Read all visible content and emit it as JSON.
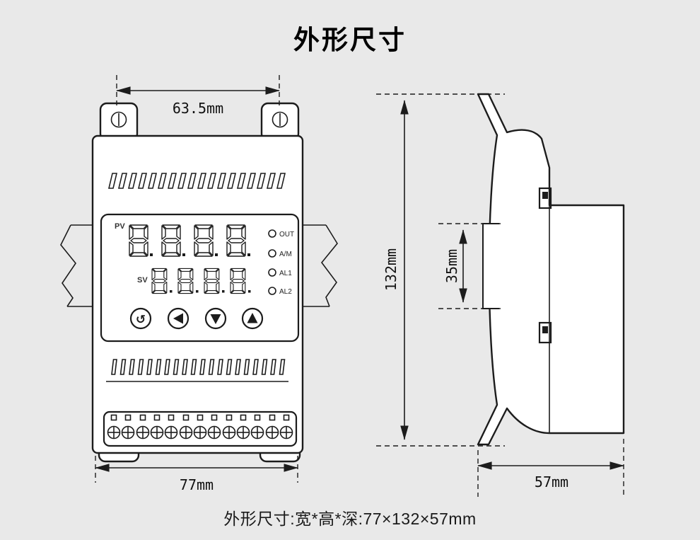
{
  "title": "外形尺寸",
  "caption": "外形尺寸:宽*高*深:77×132×57mm",
  "front_view": {
    "dim_hole_spacing": "63.5mm",
    "dim_width": "77mm",
    "display": {
      "pv_label": "PV",
      "sv_label": "SV",
      "pv_value": "8.8.8.8.",
      "sv_value": "8.8.8.8.",
      "indicators": [
        "OUT",
        "A/M",
        "AL1",
        "AL2"
      ],
      "buttons": [
        {
          "name": "cycle",
          "glyph": "↺"
        },
        {
          "name": "left"
        },
        {
          "name": "down"
        },
        {
          "name": "up"
        }
      ]
    }
  },
  "side_view": {
    "dim_height": "132mm",
    "dim_rail": "35mm",
    "dim_depth": "57mm"
  },
  "colors": {
    "background": "#e9e9e9",
    "line": "#1c1c1c",
    "body_fill": "#ffffff"
  }
}
